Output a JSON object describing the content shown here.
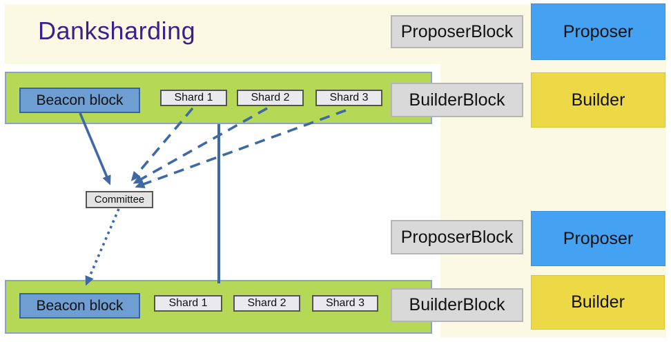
{
  "title": "Danksharding",
  "committee_label": "Committee",
  "slots": [
    {
      "beacon_label": "Beacon block",
      "shard_labels": [
        "Shard 1",
        "Shard 2",
        "Shard 3"
      ],
      "proposer_block_label": "ProposerBlock",
      "proposer_label": "Proposer",
      "builder_block_label": "BuilderBlock",
      "builder_label": "Builder"
    },
    {
      "beacon_label": "Beacon block",
      "shard_labels": [
        "Shard 1",
        "Shard 2",
        "Shard 3"
      ],
      "proposer_block_label": "ProposerBlock",
      "proposer_label": "Proposer",
      "builder_block_label": "BuilderBlock",
      "builder_label": "Builder"
    }
  ],
  "colors": {
    "background_cream": "#fbf8e3",
    "bar_green": "#b5d957",
    "bar_border": "#8aa2c4",
    "beacon_blue_fill": "#6f9ed2",
    "beacon_blue_border": "#3465a4",
    "shard_gray": "#e9e9ee",
    "block_gray": "#d9d9d9",
    "proposer_blue": "#45a1f1",
    "builder_yellow": "#edd845",
    "arrow_blue": "#3e69a4",
    "title_purple": "#3b1e90"
  }
}
